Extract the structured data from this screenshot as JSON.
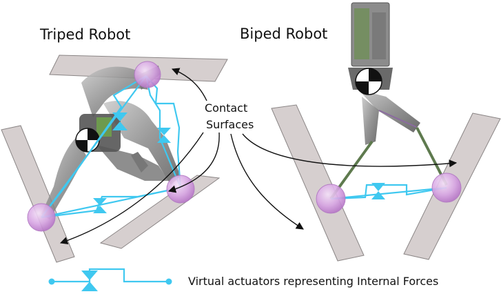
{
  "titles": {
    "triped": "Triped Robot",
    "biped": "Biped Robot"
  },
  "callout": {
    "line1": "Contact",
    "line2": "Surfaces"
  },
  "legend": {
    "text": "Virtual actuators representing Internal Forces"
  },
  "colors": {
    "actuator": "#3fc8f0",
    "surface_fill": "#d4cccc",
    "surface_stroke": "#8a8585",
    "contact_sphere": "#c98ad9",
    "arrow": "#111111",
    "robot_gray": "#8f8f8f",
    "biped_link": "#5e7a4e"
  }
}
